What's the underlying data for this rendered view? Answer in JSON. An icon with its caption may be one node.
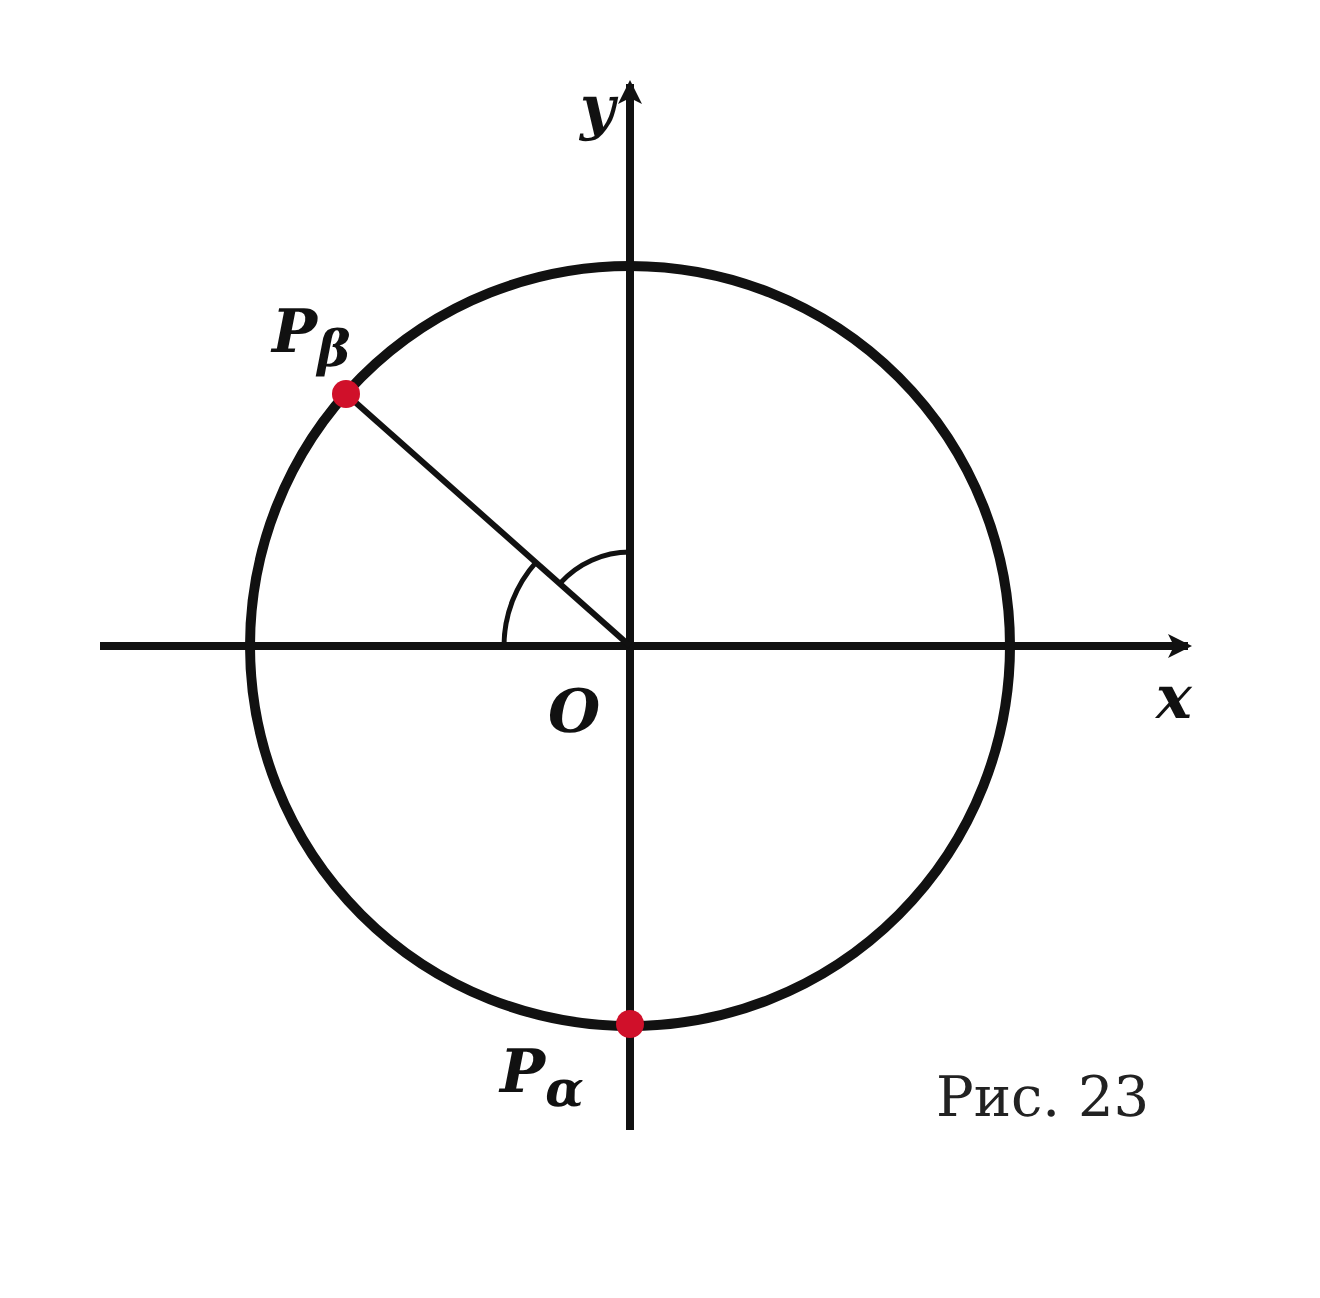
{
  "diagram": {
    "caption": "Рис. 23",
    "labels": [
      "y",
      "x",
      "O",
      "P$_{β}$",
      "P$_{α}$"
    ]
  }
}
